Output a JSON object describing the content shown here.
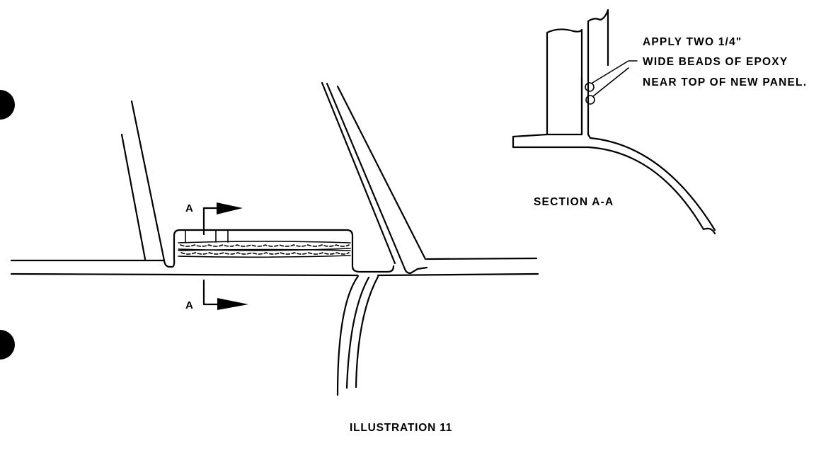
{
  "section_marker": "A",
  "section_title": "SECTION A-A",
  "callout_lines": [
    "APPLY TWO 1/4\"",
    "WIDE BEADS OF EPOXY",
    "NEAR TOP OF NEW PANEL."
  ],
  "caption": "ILLUSTRATION 11",
  "colors": {
    "ink": "#000000",
    "paper": "#ffffff"
  }
}
